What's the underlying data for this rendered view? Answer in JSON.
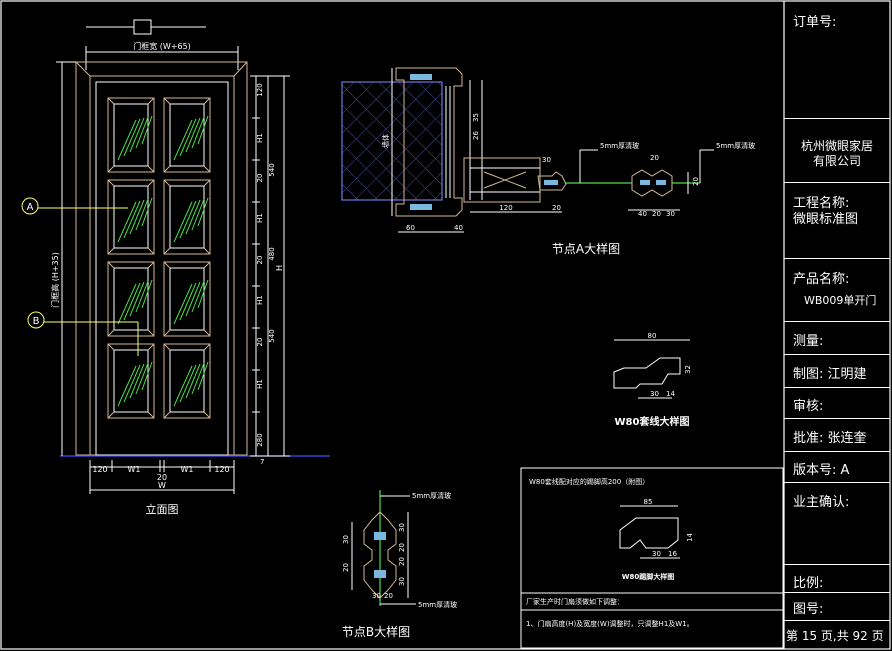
{
  "title_block": {
    "order_no": "订单号:",
    "company_line1": "杭州微眼家居",
    "company_line2": "有限公司",
    "project_label": "工程名称:",
    "project_name": "微眼标准图",
    "product_label": "产品名称:",
    "product_name": "WB009单开门",
    "measure": "测量:",
    "drafter": "制图: 江明建",
    "review": "审核:",
    "approve": "批准: 张连奎",
    "version": "版本号: A",
    "owner_confirm": "业主确认:",
    "scale": "比例:",
    "drawing_no": "图号:",
    "page": "第 15 页,共 92 页"
  },
  "elevation": {
    "caption": "立面图",
    "marker_a": "A",
    "marker_b": "B",
    "top_dim": "门框宽 (W+65)",
    "left_dim": "门框高 (H+35)",
    "right_total": "H",
    "bottom_total": "W",
    "bottom_dims": [
      "120",
      "W1",
      "20",
      "W1",
      "120"
    ],
    "bottom_extra": "20",
    "right_inner": [
      "120",
      "H1",
      "20",
      "H1",
      "20",
      "H1",
      "20",
      "H1",
      "280"
    ],
    "right_outer": [
      "540",
      "480",
      "540"
    ],
    "right_bottom": "7"
  },
  "node_a": {
    "caption": "节点A大样图",
    "note": "5mm厚清玻",
    "wall_label": "墙体",
    "dims": [
      "30",
      "120",
      "20",
      "60",
      "40",
      "35",
      "26",
      "40",
      "20",
      "30",
      "20",
      "20"
    ]
  },
  "trim": {
    "caption": "W80套线大样图",
    "dims": [
      "80",
      "30",
      "14",
      "32"
    ]
  },
  "skirting": {
    "header": "W80套线配对应的踢脚高200（附图）",
    "caption": "W80踢脚大样图",
    "dims": [
      "85",
      "30",
      "16",
      "14"
    ],
    "note_header": "厂家生产时门扇须做如下调整：",
    "note_1": "1、门扇高度(H)及宽度(W)调整时，只调整H1及W1。"
  },
  "node_b": {
    "caption": "节点B大样图",
    "note": "5mm厚清玻",
    "dims": [
      "30",
      "20",
      "30",
      "20",
      "20",
      "30",
      "30",
      "20"
    ]
  }
}
